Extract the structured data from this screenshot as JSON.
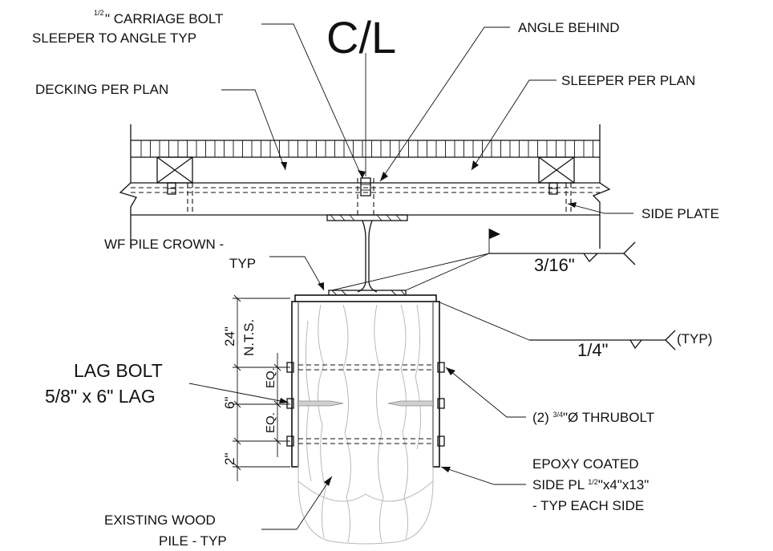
{
  "drawing": {
    "centerline": "C/L",
    "labels": {
      "carriage_bolt_frac": "1/2",
      "carriage_bolt_line1": "\" CARRIAGE BOLT",
      "carriage_bolt_line2": "SLEEPER TO ANGLE TYP",
      "angle_behind": "ANGLE BEHIND",
      "decking": "DECKING PER PLAN",
      "sleeper": "SLEEPER PER PLAN",
      "side_plate": "SIDE PLATE",
      "wf_crown_line1": "WF PILE CROWN -",
      "wf_crown_line2": "TYP",
      "weld_316": "3/16\"",
      "weld_14": "1/4\"",
      "typ": "(TYP)",
      "lag_bolt_line1": "LAG BOLT",
      "lag_bolt_line2": "5/8\" x 6\" LAG",
      "thrubolt_prefix": "(2) ",
      "thrubolt_frac": "3/4",
      "thrubolt_suffix": "\"Ø THRUBOLT",
      "epoxy_line1": "EPOXY COATED",
      "epoxy_line2_prefix": "SIDE PL ",
      "epoxy_line2_frac": "1/2",
      "epoxy_line2_suffix": "\"x4\"x13\"",
      "epoxy_line3": "- TYP EACH SIDE",
      "existing_line1": "EXISTING WOOD",
      "existing_line2": "PILE - TYP"
    },
    "dimensions": {
      "d24": "24\"",
      "nts": "N.T.S.",
      "eq1": "EQ.",
      "eq2": "EQ.",
      "d6": "6\"",
      "d2": "2\""
    }
  }
}
